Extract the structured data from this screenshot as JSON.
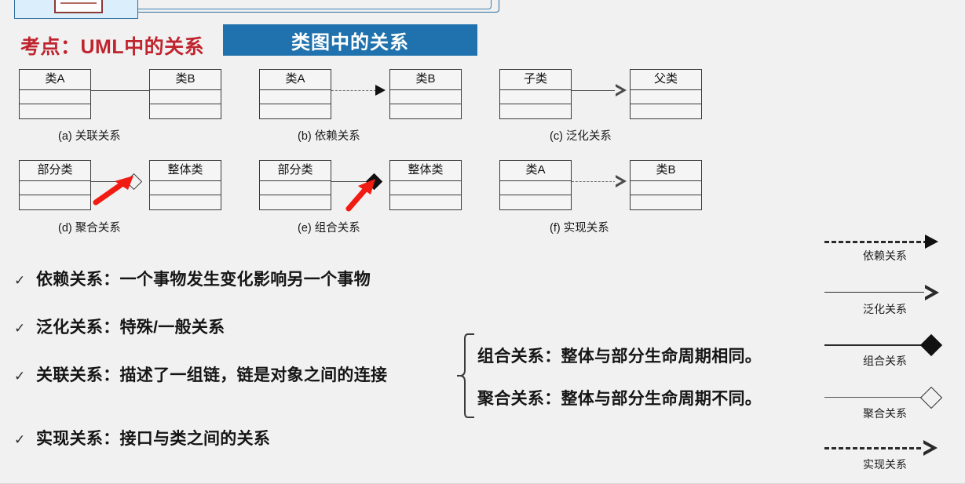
{
  "slide": {
    "heading_red": "考点：UML中的关系",
    "banner_title": "类图中的关系"
  },
  "diagrams": [
    {
      "id": "association",
      "caption": "(a) 关联关系",
      "left_class": "类A",
      "right_class": "类B",
      "connector": "solid-plain"
    },
    {
      "id": "dependency",
      "caption": "(b) 依赖关系",
      "left_class": "类A",
      "right_class": "类B",
      "connector": "dashed-filled-arrow"
    },
    {
      "id": "generalization",
      "caption": "(c) 泛化关系",
      "left_class": "子类",
      "right_class": "父类",
      "connector": "solid-hollow-triangle"
    },
    {
      "id": "aggregation",
      "caption": "(d) 聚合关系",
      "left_class": "部分类",
      "right_class": "整体类",
      "connector": "solid-hollow-diamond"
    },
    {
      "id": "composition",
      "caption": "(e) 组合关系",
      "left_class": "部分类",
      "right_class": "整体类",
      "connector": "solid-filled-diamond"
    },
    {
      "id": "realization",
      "caption": "(f) 实现关系",
      "left_class": "类A",
      "right_class": "类B",
      "connector": "dashed-hollow-triangle"
    }
  ],
  "bullets": [
    {
      "mark": "✓",
      "text": "依赖关系：一个事物发生变化影响另一个事物"
    },
    {
      "mark": "✓",
      "text": "泛化关系：特殊/一般关系"
    },
    {
      "mark": "✓",
      "text": "关联关系：描述了一组链，链是对象之间的连接"
    },
    {
      "mark": "✓",
      "text": "实现关系：接口与类之间的关系"
    }
  ],
  "brace_notes": [
    "组合关系：整体与部分生命周期相同。",
    "聚合关系：整体与部分生命周期不同。"
  ],
  "legend": [
    {
      "label": "依赖关系",
      "line": "dashed",
      "end": "filled-triangle"
    },
    {
      "label": "泛化关系",
      "line": "solid",
      "end": "hollow-triangle"
    },
    {
      "label": "组合关系",
      "line": "solid",
      "end": "filled-diamond"
    },
    {
      "label": "聚合关系",
      "line": "solid-thin",
      "end": "hollow-diamond"
    },
    {
      "label": "实现关系",
      "line": "dashed",
      "end": "hollow-triangle"
    }
  ],
  "colors": {
    "background": "#f1f1f1",
    "heading_red": "#c0242e",
    "banner_blue": "#1f72ad",
    "accent_red_arrow": "#f01b12",
    "deco_blue": "#2e6d9e"
  }
}
